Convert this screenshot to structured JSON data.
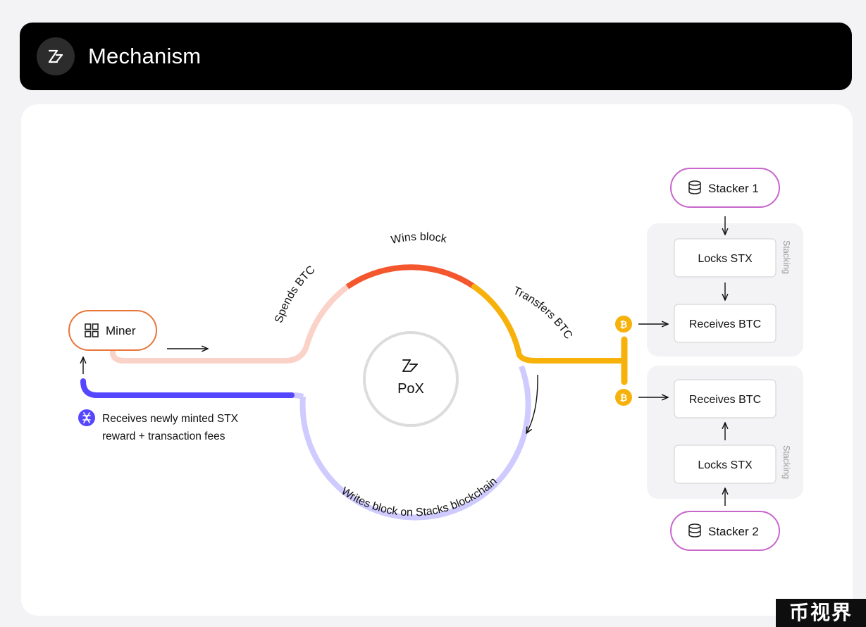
{
  "header": {
    "title": "Mechanism",
    "logo_icon": "stacks-logo-icon"
  },
  "diagram": {
    "center_label": "PoX",
    "miner_label": "Miner",
    "arc_labels": {
      "spends": "Spends BTC",
      "wins": "Wins block",
      "transfers": "Transfers BTC",
      "writes": "Writes block on Stacks blockchain"
    },
    "reward_line1": "Receives newly minted STX",
    "reward_line2": "reward + transaction fees",
    "stacker_top": {
      "name": "Stacker 1",
      "locks": "Locks STX",
      "receives": "Receives BTC",
      "group_label": "Stacking"
    },
    "stacker_bottom": {
      "name": "Stacker 2",
      "locks": "Locks STX",
      "receives": "Receives BTC",
      "group_label": "Stacking"
    }
  },
  "colors": {
    "miner_border": "#e8753a",
    "spends_line": "#fbd2c8",
    "wins_arc": "#f4562d",
    "btc_orange": "#f6b10b",
    "stx_purple": "#5546ff",
    "writes_line": "#cfcbff",
    "stacker_border": "#c866cc",
    "group_bg": "#f3f3f5"
  },
  "watermark": "币视界"
}
